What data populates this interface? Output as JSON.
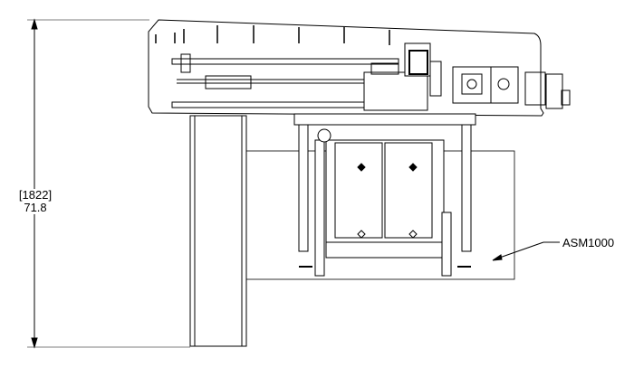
{
  "dimension": {
    "metric": "[1822]",
    "imperial": "71.8"
  },
  "callout": {
    "label": "ASM1000"
  }
}
